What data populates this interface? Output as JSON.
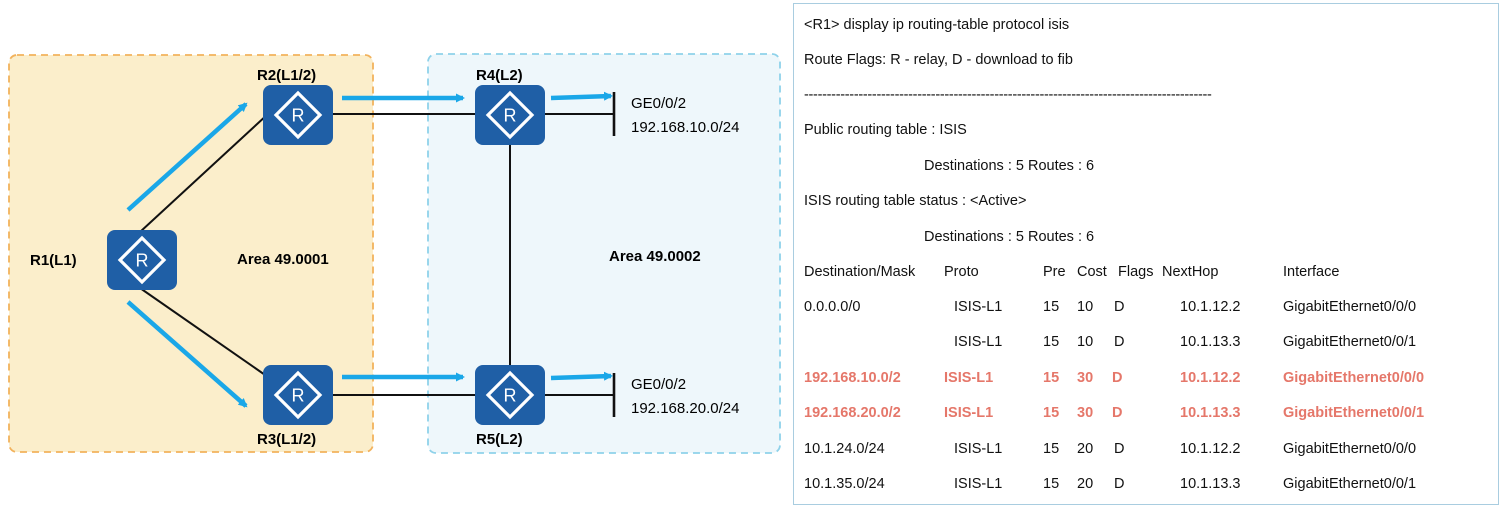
{
  "diagram": {
    "areas": [
      {
        "label": "Area 49.0001",
        "fill": "#fbeecb",
        "stroke": "#f2b25c"
      },
      {
        "label": "Area 49.0002",
        "fill": "#eef7fb",
        "stroke": "#8fd2ea"
      }
    ],
    "routers": {
      "r1": {
        "label": "R1(L1)",
        "icon_glyph": "R"
      },
      "r2": {
        "label": "R2(L1/2)",
        "icon_glyph": "R"
      },
      "r3": {
        "label": "R3(L1/2)",
        "icon_glyph": "R"
      },
      "r4": {
        "label": "R4(L2)",
        "icon_glyph": "R"
      },
      "r5": {
        "label": "R5(L2)",
        "icon_glyph": "R"
      }
    },
    "networks": [
      {
        "iface": "GE0/0/2",
        "prefix": "192.168.10.0/24"
      },
      {
        "iface": "GE0/0/2",
        "prefix": "192.168.20.0/24"
      }
    ],
    "colors": {
      "router": "#1f5fa6",
      "arrow": "#1aa7e8",
      "link": "#111111"
    }
  },
  "cli": {
    "command": "<R1> display ip routing-table protocol isis",
    "flags_legend": "Route Flags: R - relay, D - download to fib",
    "separator": "------------------------------------------------------------------------------------------",
    "public_table": "Public routing table : ISIS",
    "destinations_1": "Destinations : 5 Routes : 6",
    "status": "ISIS routing table status : <Active>",
    "destinations_2": "Destinations : 5 Routes : 6",
    "headers": {
      "dest": "Destination/Mask",
      "proto": "Proto",
      "pre": "Pre",
      "cost": "Cost",
      "flags": "Flags",
      "nexthop": "NextHop",
      "iface": "Interface"
    },
    "rows": [
      {
        "dest": "0.0.0.0/0",
        "proto": "ISIS-L1",
        "pre": "15",
        "cost": "10",
        "flags": "D",
        "nexthop": "10.1.12.2",
        "iface": "GigabitEthernet0/0/0",
        "highlight": false
      },
      {
        "dest": "",
        "proto": "ISIS-L1",
        "pre": "15",
        "cost": "10",
        "flags": "D",
        "nexthop": "10.1.13.3",
        "iface": "GigabitEthernet0/0/1",
        "highlight": false
      },
      {
        "dest": "192.168.10.0/2",
        "proto": "ISIS-L1",
        "pre": "15",
        "cost": "30",
        "flags": "D",
        "nexthop": "10.1.12.2",
        "iface": "GigabitEthernet0/0/0",
        "highlight": true
      },
      {
        "dest": "192.168.20.0/2",
        "proto": "ISIS-L1",
        "pre": "15",
        "cost": "30",
        "flags": "D",
        "nexthop": "10.1.13.3",
        "iface": "GigabitEthernet0/0/1",
        "highlight": true
      },
      {
        "dest": "10.1.24.0/24",
        "proto": "ISIS-L1",
        "pre": "15",
        "cost": "20",
        "flags": "D",
        "nexthop": "10.1.12.2",
        "iface": "GigabitEthernet0/0/0",
        "highlight": false
      },
      {
        "dest": "10.1.35.0/24",
        "proto": "ISIS-L1",
        "pre": "15",
        "cost": "20",
        "flags": "D",
        "nexthop": "10.1.13.3",
        "iface": "GigabitEthernet0/0/1",
        "highlight": false
      }
    ],
    "highlight_color": "#e5776a"
  }
}
